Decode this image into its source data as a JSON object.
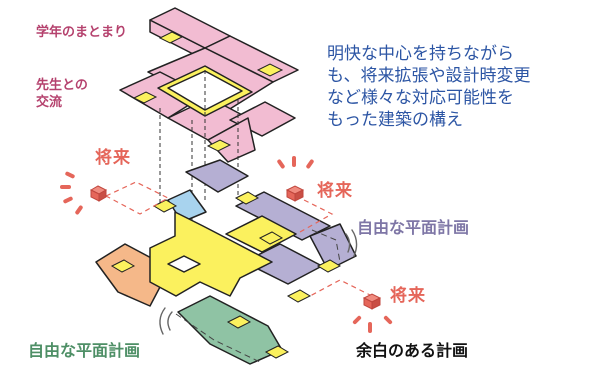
{
  "labels": {
    "grade_gathering": "学年のまとまり",
    "teacher_interaction_line1": "先生との",
    "teacher_interaction_line2": "交流",
    "future_1": "将来",
    "future_2": "将来",
    "future_3": "将来",
    "free_plan_1": "自由な平面計画",
    "free_plan_2": "自由な平面計画",
    "margin_plan": "余白のある計画"
  },
  "description": {
    "lines": [
      "明快な中心を持ちながら",
      "も、将来拡張や設計時変更",
      "など様々な対応可能性を",
      "もった建築の構え"
    ]
  },
  "colors": {
    "pink": "#f2bcd2",
    "yellow": "#fbf15e",
    "purple": "#b5afd3",
    "orange": "#f5b889",
    "green": "#8fc3a4",
    "blue": "#a8d3ee",
    "future_red": "#e5665a",
    "text_blue": "#2c55a4"
  }
}
